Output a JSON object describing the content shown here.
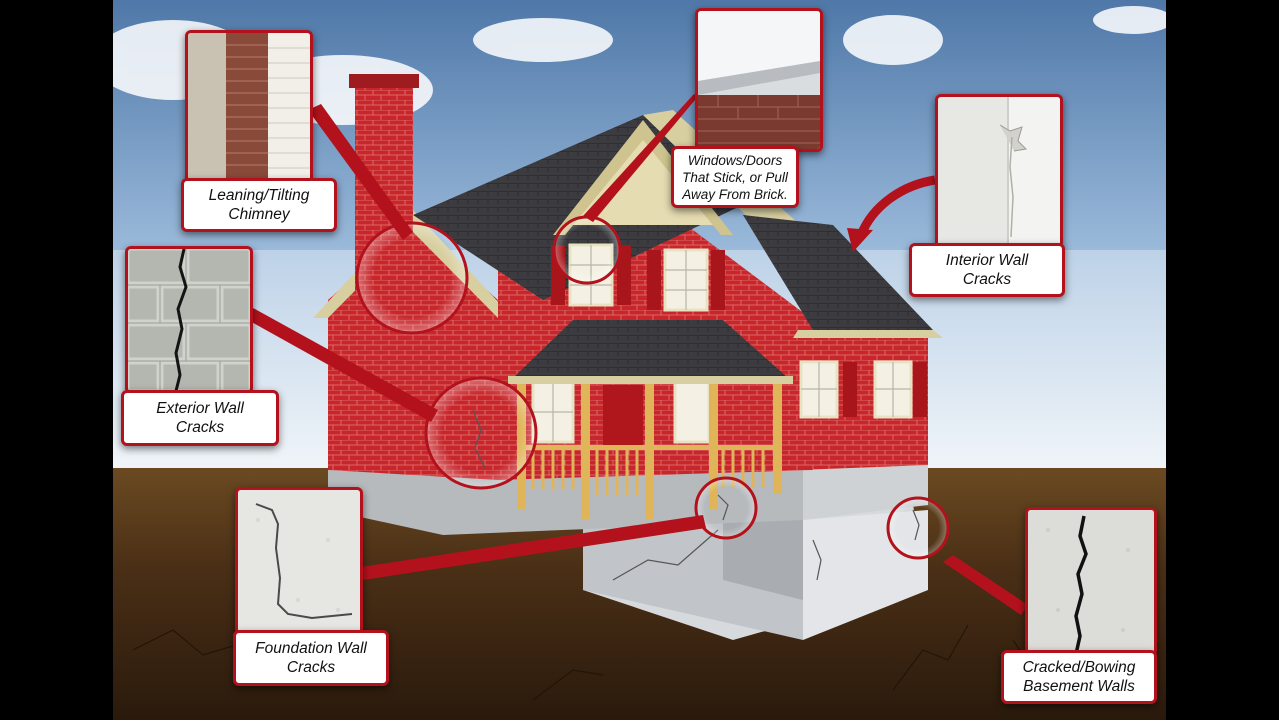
{
  "callouts": {
    "chimney": {
      "label": "Leaning/Tilting\nChimney",
      "icon": "chimney-photo"
    },
    "windows": {
      "label": "Windows/Doors\nThat Stick, or Pull\nAway From Brick.",
      "icon": "window-sill-photo"
    },
    "interior": {
      "label": "Interior Wall\nCracks",
      "icon": "interior-wall-photo"
    },
    "exterior": {
      "label": "Exterior Wall\nCracks",
      "icon": "brick-crack-photo"
    },
    "foundation": {
      "label": "Foundation Wall\nCracks",
      "icon": "foundation-crack-photo"
    },
    "basement": {
      "label": "Cracked/Bowing\nBasement Walls",
      "icon": "basement-crack-photo"
    }
  },
  "colors": {
    "accent": "#b3121c",
    "brick": "#c8262b",
    "roof": "#3a3a3e",
    "sky": "#7fa8d2",
    "soil": "#4a2f16",
    "concrete": "#c9ccd0"
  }
}
